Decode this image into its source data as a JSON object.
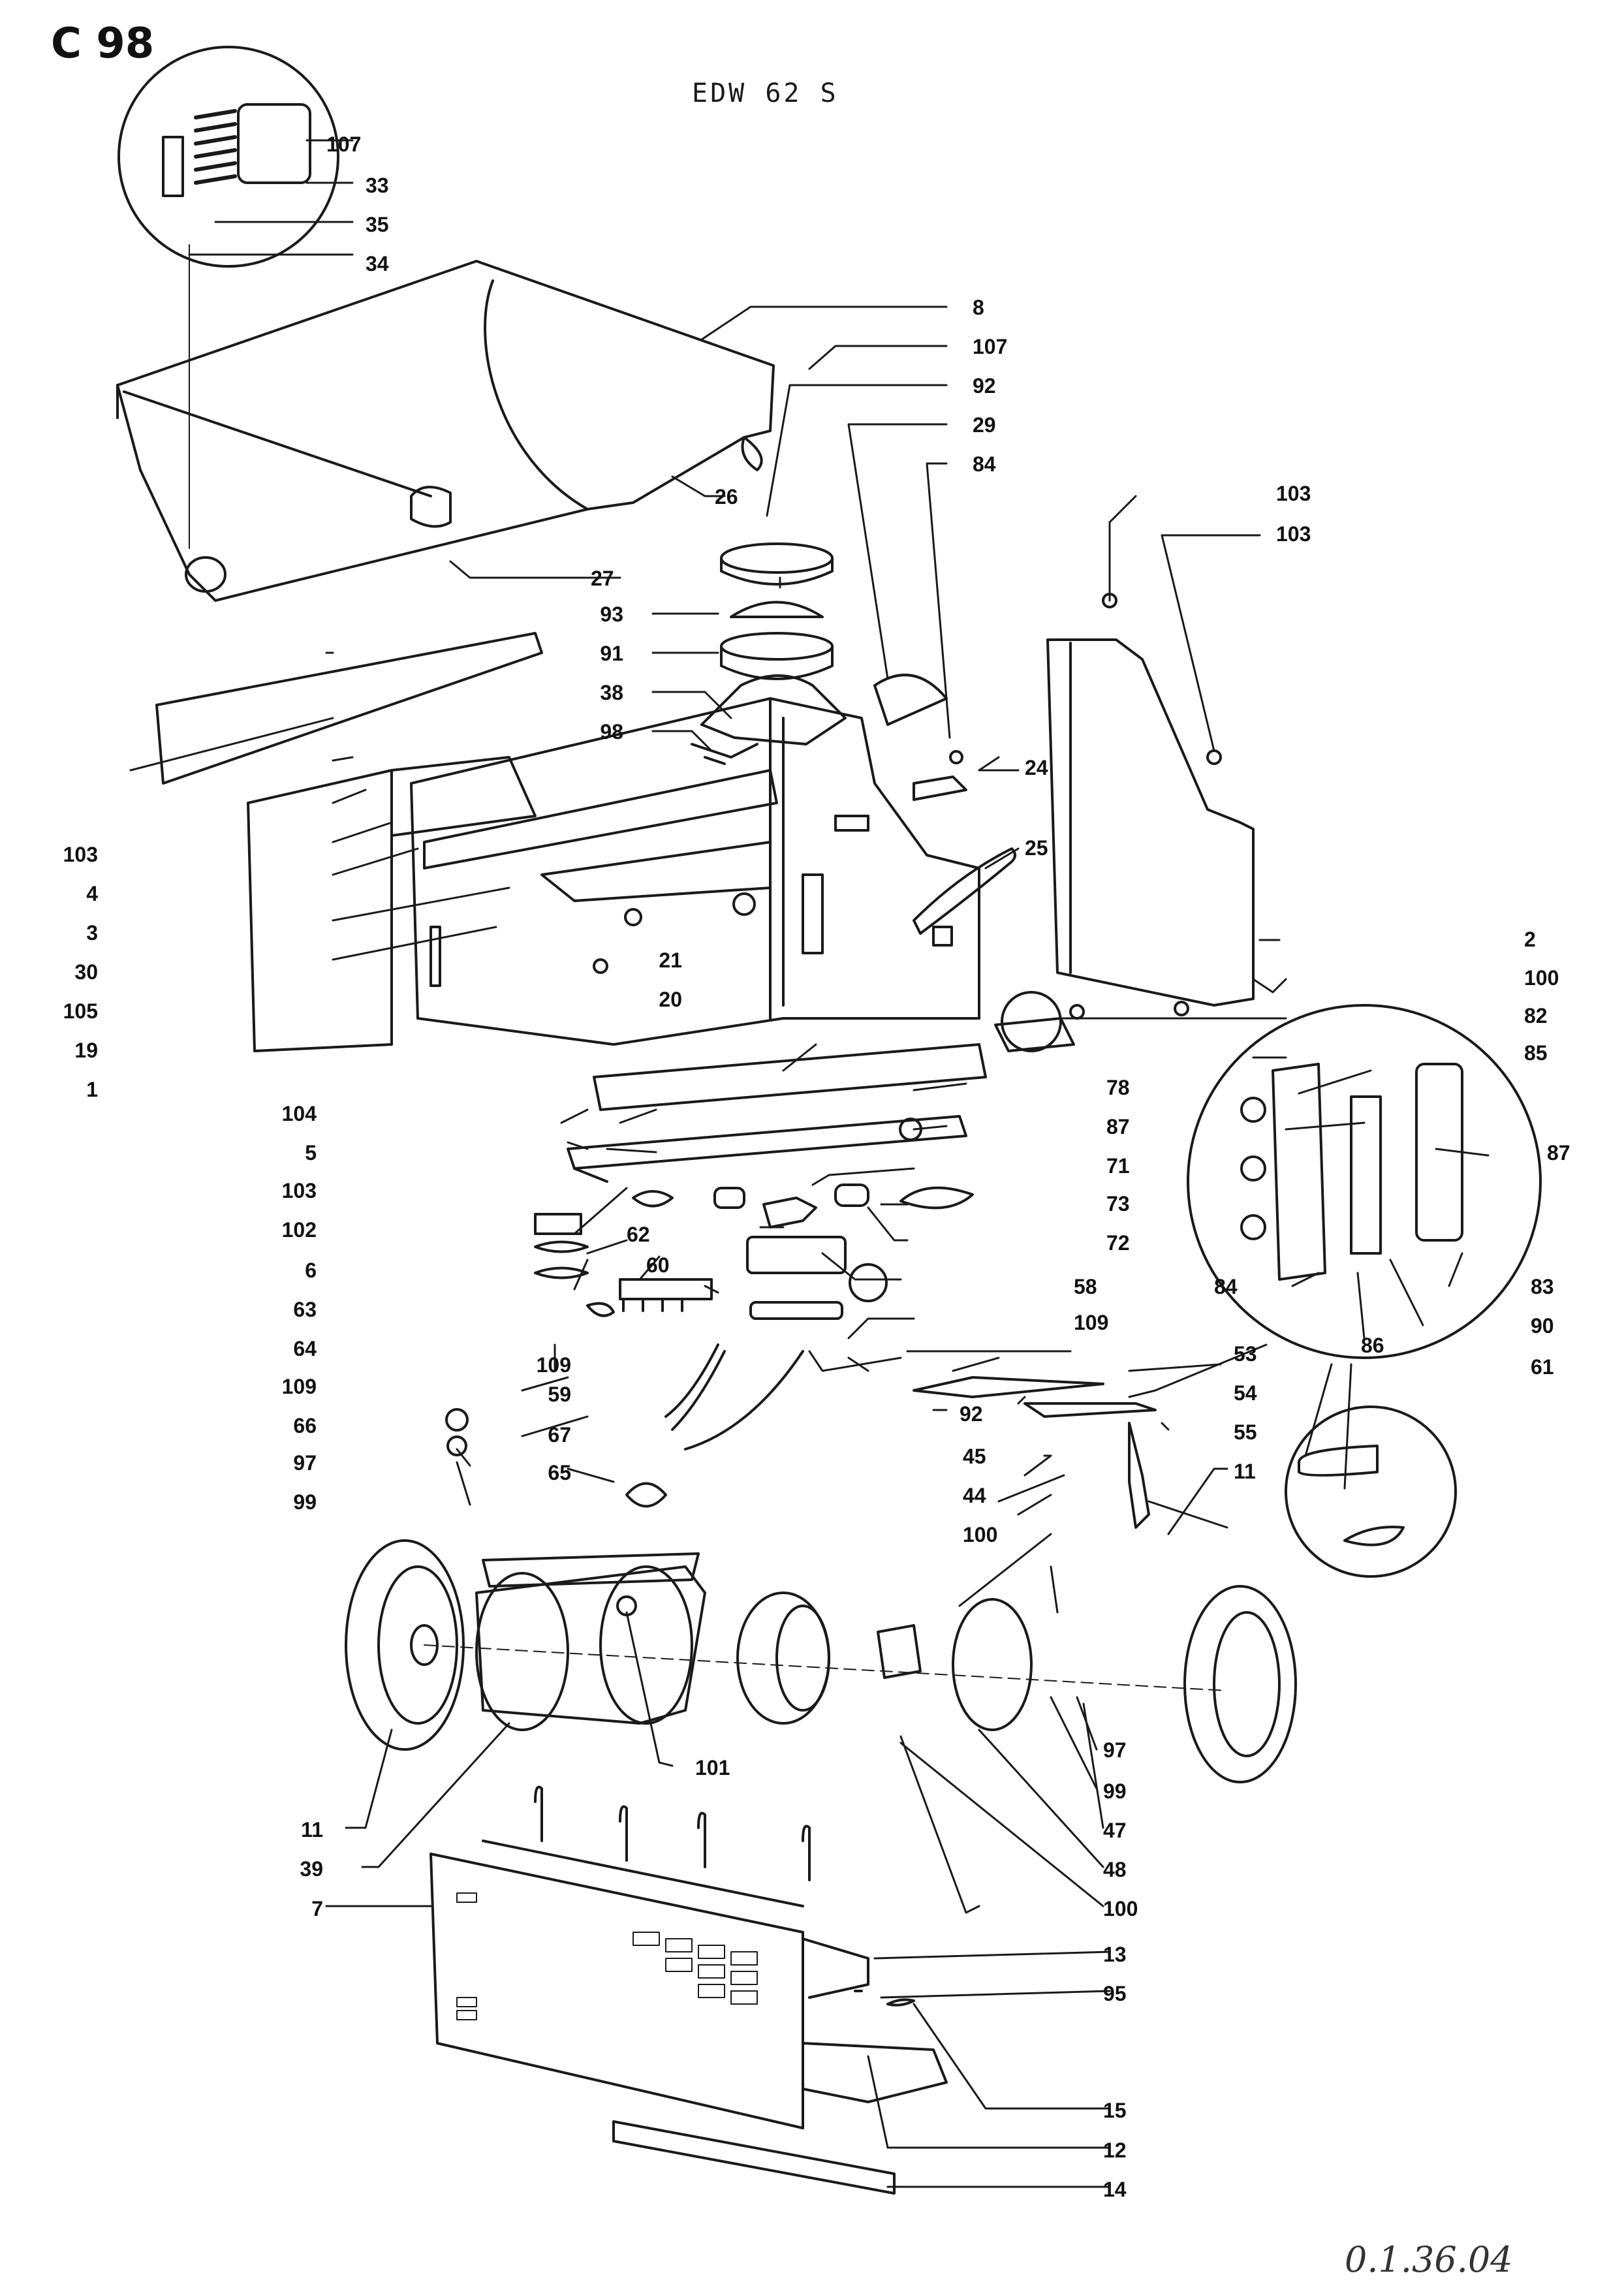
{
  "title": "EDW 62 S",
  "corner_code": "C 98",
  "footer_note": "0.1.36.04",
  "part_numbers": {
    "p107a": "107",
    "p33": "33",
    "p35": "35",
    "p34": "34",
    "p8": "8",
    "p107b": "107",
    "p92a": "92",
    "p29": "29",
    "p84a": "84",
    "p26": "26",
    "p27": "27",
    "p93": "93",
    "p91": "91",
    "p38": "38",
    "p98": "98",
    "p24": "24",
    "p25": "25",
    "p103a": "103",
    "p103b": "103",
    "p103c": "103",
    "p4": "4",
    "p3": "3",
    "p30": "30",
    "p105": "105",
    "p19": "19",
    "p1": "1",
    "p21": "21",
    "p20": "20",
    "p2": "2",
    "p100a": "100",
    "p82": "82",
    "p85": "85",
    "p87a": "87",
    "p104": "104",
    "p5": "5",
    "p103d": "103",
    "p102": "102",
    "p6": "6",
    "p78": "78",
    "p87b": "87",
    "p71": "71",
    "p73": "73",
    "p72": "72",
    "p62": "62",
    "p60": "60",
    "p63": "63",
    "p64": "64",
    "p58": "58",
    "p109a": "109",
    "p109b": "109",
    "p109c": "109",
    "p66": "66",
    "p59": "59",
    "p67": "67",
    "p97a": "97",
    "p99a": "99",
    "p65": "65",
    "p84b": "84",
    "p86": "86",
    "p90": "90",
    "p83": "83",
    "p61": "61",
    "p53": "53",
    "p54": "54",
    "p92b": "92",
    "p55": "55",
    "p11a": "11",
    "p45": "45",
    "p44": "44",
    "p100b": "100",
    "p101": "101",
    "p97b": "97",
    "p99b": "99",
    "p47": "47",
    "p48": "48",
    "p100c": "100",
    "p11b": "11",
    "p39": "39",
    "p7": "7",
    "p13": "13",
    "p95": "95",
    "p15": "15",
    "p12": "12",
    "p14": "14"
  }
}
